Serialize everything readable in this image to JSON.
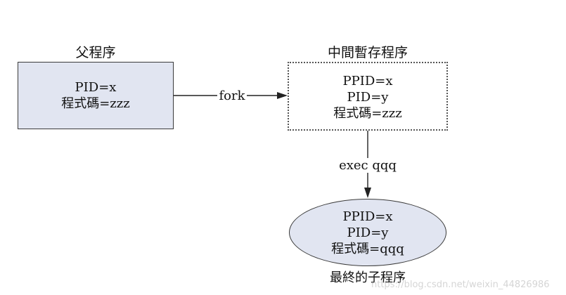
{
  "header_partial": "",
  "parent": {
    "title": "父程序",
    "lines": [
      "PID=x",
      "程式碼=zzz"
    ]
  },
  "fork_label": "fork",
  "temp": {
    "title": "中間暫存程序",
    "lines": [
      "PPID=x",
      "PID=y",
      "程式碼=zzz"
    ]
  },
  "exec_label": "exec qqq",
  "child": {
    "lines": [
      "PPID=x",
      "PID=y",
      "程式碼=qqq"
    ],
    "title": "最終的子程序"
  },
  "watermark": "https://blog.csdn.net/weixin_44826986",
  "colors": {
    "box_fill": "#e1e5f1",
    "stroke": "#3a3a3a"
  }
}
